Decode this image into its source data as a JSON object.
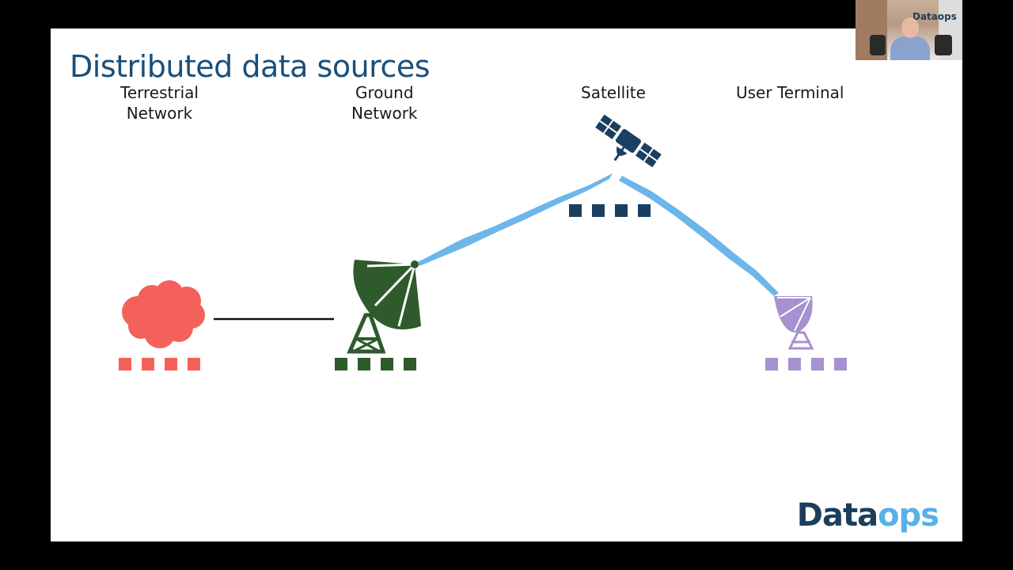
{
  "slide": {
    "title": "Distributed data sources",
    "columns": [
      {
        "lines": [
          "Terrestrial",
          "Network"
        ]
      },
      {
        "lines": [
          "Ground",
          "Network"
        ]
      },
      {
        "lines": [
          "Satellite"
        ]
      },
      {
        "lines": [
          "User Terminal"
        ]
      }
    ]
  },
  "brand": {
    "prefix": "Data",
    "suffix": "ops"
  },
  "webcam": {
    "logo_text": "Dataops"
  },
  "colors": {
    "title": "#1b4f7a",
    "terrestrial": "#f4615a",
    "ground": "#2e5a2c",
    "satellite": "#1a3f60",
    "user_terminal": "#a592cf",
    "link": "#6cb6ea"
  },
  "icons": [
    "cloud-icon",
    "ground-dish-icon",
    "satellite-icon",
    "user-dish-icon"
  ]
}
